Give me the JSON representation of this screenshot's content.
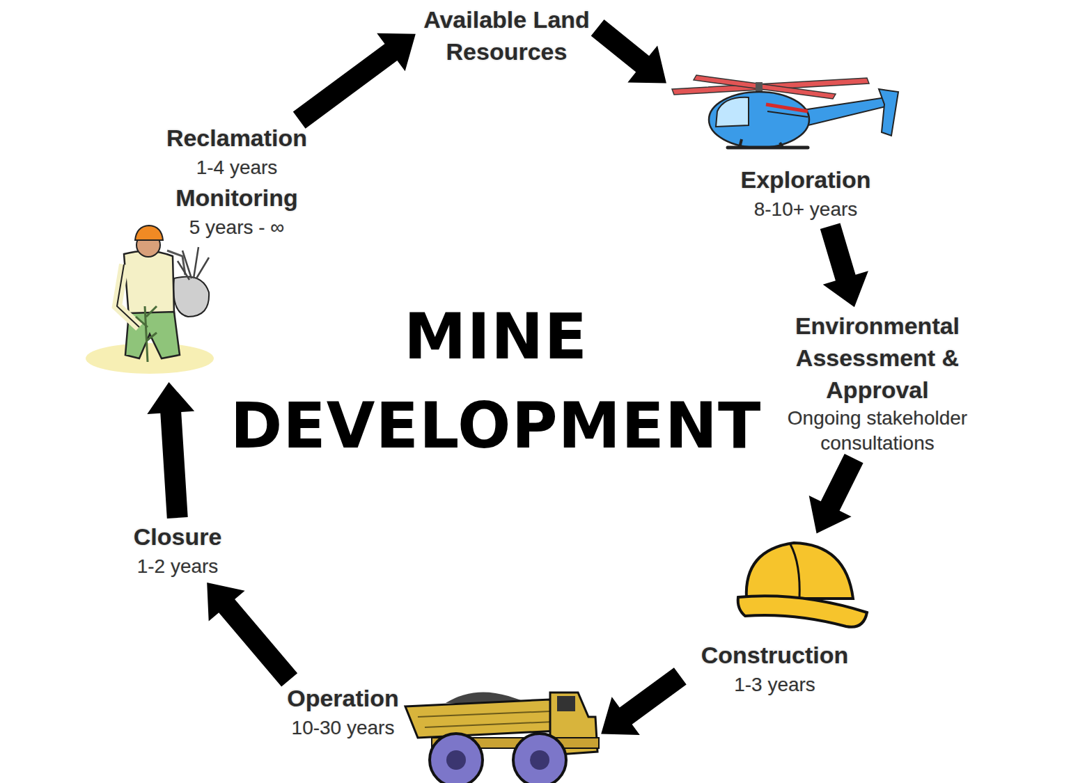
{
  "diagram": {
    "title": "MINE DEVELOPMENT",
    "nodes": [
      {
        "text": [
          "Available Land Resources"
        ]
      },
      {
        "text": [
          "Exploration",
          "8-10+ years"
        ]
      },
      {
        "text": [
          "Environmental Assessment & Approval",
          "Ongoing stakeholder consultations"
        ]
      },
      {
        "text": [
          "Construction",
          "1-3 years"
        ]
      },
      {
        "text": [
          "Operation",
          "10-30 years"
        ]
      },
      {
        "text": [
          "Closure",
          "1-2 years"
        ]
      },
      {
        "text": [
          "Reclamation",
          "1-4 years",
          "Monitoring",
          "5 years - ∞"
        ]
      }
    ],
    "edges": [
      {
        "from": 0,
        "to": 1,
        "arrow": "to"
      },
      {
        "from": 1,
        "to": 2,
        "arrow": "to"
      },
      {
        "from": 2,
        "to": 3,
        "arrow": "to"
      },
      {
        "from": 3,
        "to": 4,
        "arrow": "to"
      },
      {
        "from": 4,
        "to": 5,
        "arrow": "to"
      },
      {
        "from": 5,
        "to": 6,
        "arrow": "to"
      },
      {
        "from": 6,
        "to": 0,
        "arrow": "to"
      }
    ]
  }
}
